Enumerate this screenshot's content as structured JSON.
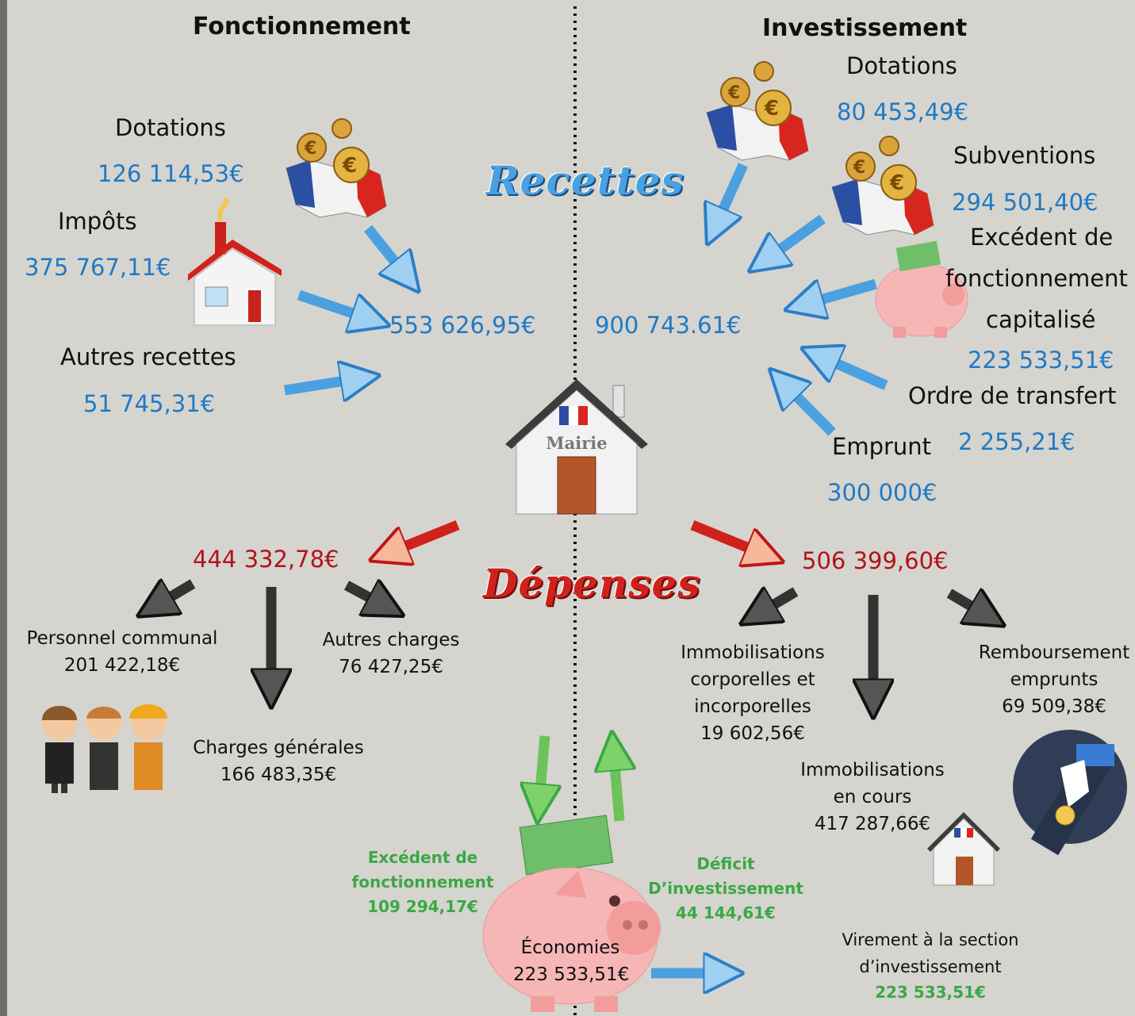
{
  "sections": {
    "fonctionnement": "Fonctionnement",
    "investissement": "Investissement"
  },
  "banners": {
    "recettes": "Recettes",
    "depenses": "Dépenses"
  },
  "recettes_fonctionnement": {
    "dotations": {
      "label": "Dotations",
      "amount": "126 114,53€"
    },
    "impots": {
      "label": "Impôts",
      "amount": "375 767,11€"
    },
    "autres": {
      "label": "Autres recettes",
      "amount": "51 745,31€"
    },
    "total": "553 626,95€"
  },
  "recettes_investissement": {
    "dotations": {
      "label": "Dotations",
      "amount": "80 453,49€"
    },
    "subventions": {
      "label": "Subventions",
      "amount": "294 501,40€"
    },
    "excedent": {
      "line1": "Excédent de",
      "line2": "fonctionnement",
      "line3": "capitalisé",
      "amount": "223 533,51€"
    },
    "ordre": {
      "label": "Ordre de transfert",
      "amount": "2 255,21€"
    },
    "emprunt": {
      "label": "Emprunt",
      "amount": "300 000€"
    },
    "total": "900 743.61€"
  },
  "mairie_label": "Mairie",
  "depenses_fonctionnement": {
    "total": "444 332,78€",
    "personnel": {
      "label": "Personnel communal",
      "amount": "201 422,18€"
    },
    "charges_generales": {
      "label": "Charges générales",
      "amount": "166 483,35€"
    },
    "autres_charges": {
      "label": "Autres charges",
      "amount": "76 427,25€"
    }
  },
  "depenses_investissement": {
    "total": "506 399,60€",
    "immobilisations": {
      "line1": "Immobilisations",
      "line2": "corporelles et",
      "line3": "incorporelles",
      "amount": "19 602,56€"
    },
    "immobilisations_cours": {
      "line1": "Immobilisations",
      "line2": "en cours",
      "amount": "417 287,66€"
    },
    "remboursement": {
      "line1": "Remboursement",
      "line2": "emprunts",
      "amount": "69 509,38€"
    }
  },
  "epargne": {
    "excedent": {
      "line1": "Excédent de",
      "line2": "fonctionnement",
      "amount": "109 294,17€"
    },
    "deficit": {
      "line1": "Déficit",
      "line2": "D’investissement",
      "amount": "44 144,61€"
    },
    "economies": {
      "label": "Économies",
      "amount": "223 533,51€"
    },
    "virement": {
      "line1": "Virement à la section",
      "line2": "d’investissement",
      "amount": "223 533,51€"
    }
  },
  "colors": {
    "blue": "#1f7ac4",
    "red": "#b0141a",
    "green": "#3aa845",
    "background": "#d6d4cf"
  },
  "icons": [
    "euro-coins-france-icon",
    "house-icon",
    "mairie-icon",
    "piggy-bank-icon",
    "workers-icon",
    "coin-hand-icon"
  ]
}
